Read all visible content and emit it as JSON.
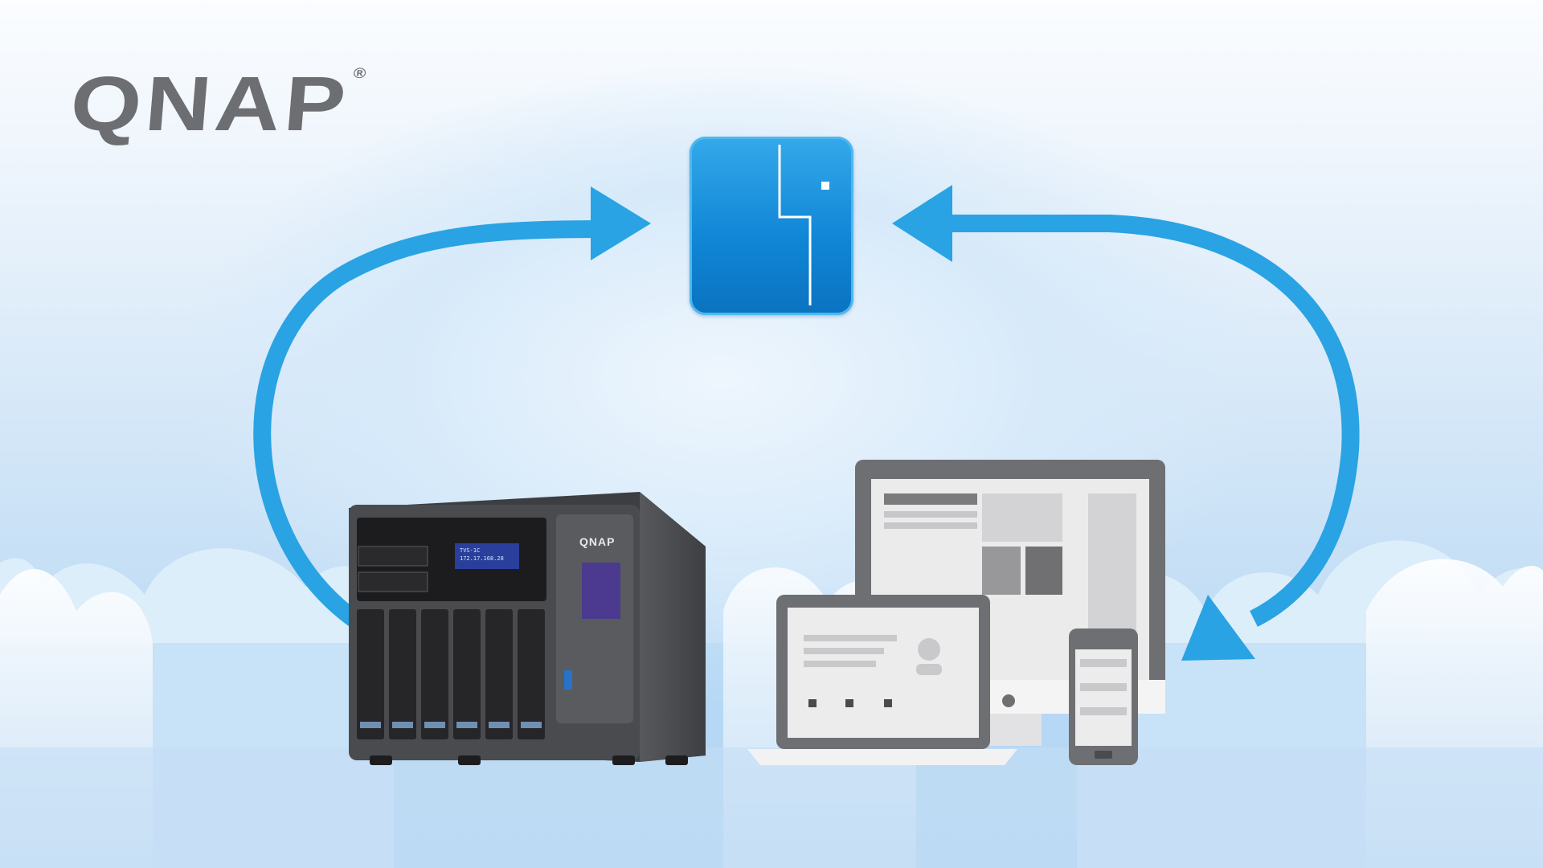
{
  "brand": {
    "logo_text": "QNAP",
    "registered_mark": "®",
    "logo_color": "#6d6e71"
  },
  "device": {
    "front_logo": "QNAP",
    "lcd_line1": "TVS-1C",
    "lcd_line2": "172.17.168.28"
  },
  "colors": {
    "arrow": "#29a3e3",
    "tile": "#1187d7",
    "cloud": "#ffffff",
    "sky_bottom": "#a9d0f1",
    "nas_body": "#4a4b4e",
    "screen_gray": "#d9d9da"
  },
  "icons": [
    "cloud-app-icon",
    "nas-device",
    "desktop-monitor",
    "laptop",
    "smartphone",
    "sync-arrow-left",
    "sync-arrow-right"
  ]
}
